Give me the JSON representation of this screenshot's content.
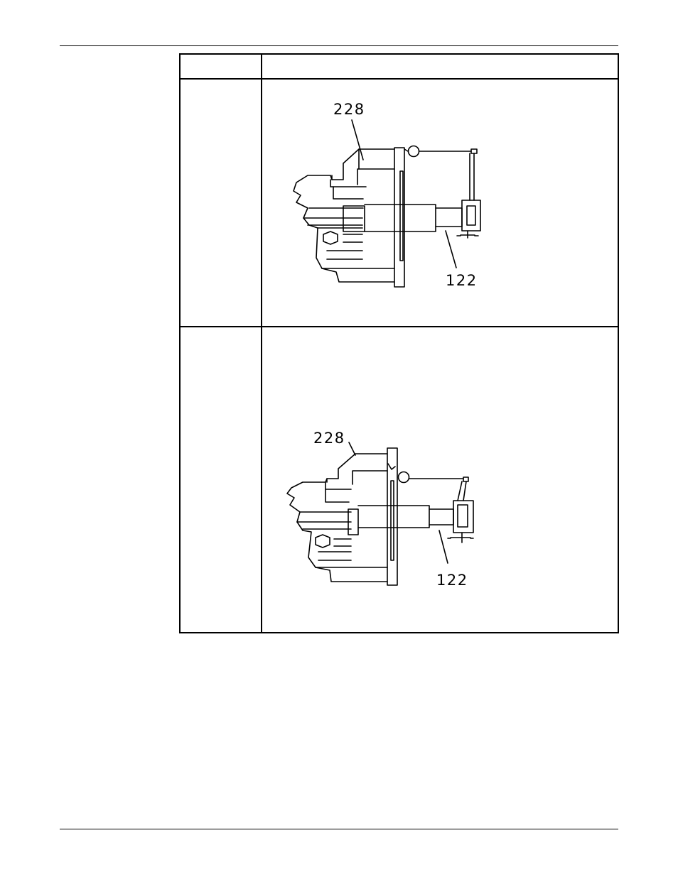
{
  "figures": [
    {
      "id": "figure-1",
      "callouts": {
        "upper": "228",
        "lower": "122"
      }
    },
    {
      "id": "figure-2",
      "callouts": {
        "upper": "228",
        "lower": "122"
      }
    }
  ]
}
